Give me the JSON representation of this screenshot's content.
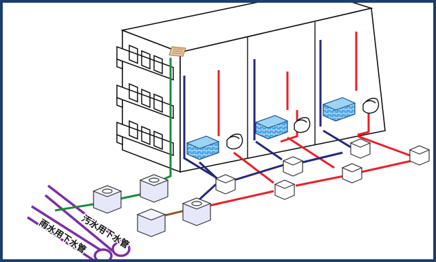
{
  "labels": {
    "sewage_pipe": "汚水用下水管",
    "storm_pipe": "雨水用下水管"
  },
  "colors": {
    "frame": "#1f3c6e",
    "hot_water": "#e8202a",
    "cold_water": "#24287a",
    "rain_drain": "#1e8a3a",
    "sewage_link": "#8a5a2c",
    "main_pipe": "#7a2fa0"
  },
  "icons": [
    "building",
    "bathtub-icon",
    "toilet-icon",
    "manhole-box-icon",
    "balcony-grate-icon"
  ]
}
